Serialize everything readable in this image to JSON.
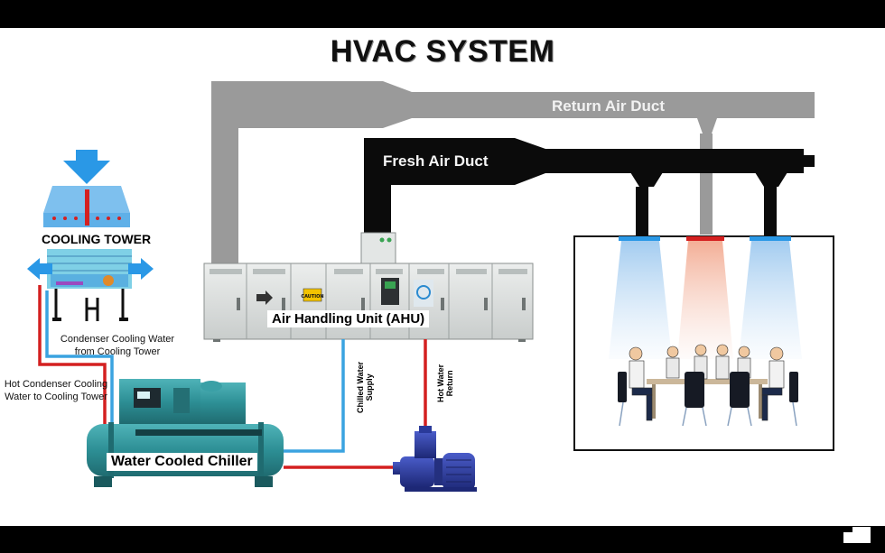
{
  "title": "HVAC SYSTEM",
  "labels": {
    "return_air_duct": "Return Air Duct",
    "fresh_air_duct": "Fresh Air Duct",
    "cooling_tower": "COOLING TOWER",
    "ahu": "Air Handling Unit (AHU)",
    "condenser_from_tower_line1": "Condenser Cooling Water",
    "condenser_from_tower_line2": "from Cooling Tower",
    "hot_condenser_line1": "Hot Condenser Cooling",
    "hot_condenser_line2": "Water to Cooling Tower",
    "chilled_water_line1": "Chilled Water",
    "chilled_water_line2": "Supply",
    "hot_water_line1": "Hot Water",
    "hot_water_line2": "Return",
    "chiller": "Water Cooled Chiller",
    "ahu_warning_sign": "CAUTION"
  },
  "colors": {
    "return_duct": "#9a9a9a",
    "fresh_duct": "#0b0b0b",
    "chilled_pipe": "#3aa3e0",
    "hot_pipe": "#d42020",
    "chiller_body": "#2f8f96",
    "pump_body": "#2a3a9a",
    "cooling_blue": "#2a98e6"
  },
  "icons": [
    "cooling-tower-icon",
    "fan-arrow-icon",
    "ahu-unit-icon",
    "chiller-icon",
    "pump-icon",
    "meeting-room-icon",
    "people-icon"
  ]
}
